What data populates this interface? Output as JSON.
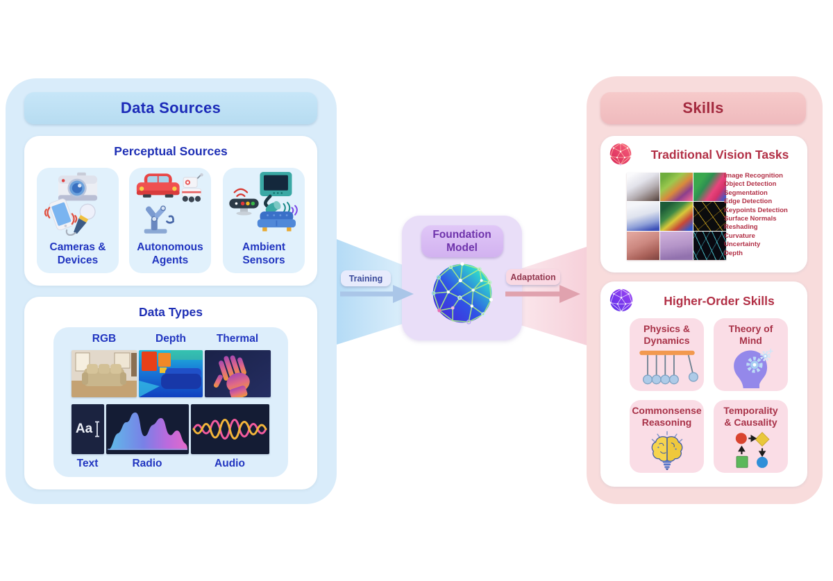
{
  "colors": {
    "left_panel_bg": "#d9ecfa",
    "left_header_bg": "#c3e3f6",
    "blue_card_bg": "#e1f1fc",
    "blue_text": "#1e2fb5",
    "right_panel_bg": "#f8dcdc",
    "right_header_bg": "#f4c5c8",
    "red_text": "#b23046",
    "pink_card_bg": "#fadde6",
    "foundation_box_bg": "#e9def8",
    "foundation_pill_bg": "#d8bcf4",
    "purple_text": "#6e32ab",
    "training_arrow": "#aac6e8",
    "adaptation_arrow": "#e0a2ae"
  },
  "icons": {
    "cameras-devices-icon": "camera + smartphone + microphone",
    "autonomous-agents-icon": "car + rover robot + robotic arm",
    "ambient-sensors-icon": "monitor + sensor bar + couch with wifi",
    "foundation-sphere-icon": "blue-teal network globe",
    "vision-sphere-icon": "pink network globe",
    "higher-sphere-icon": "purple network globe",
    "newtons-cradle-icon": "newton's cradle",
    "head-gears-icon": "head silhouette with gears",
    "brain-bulb-icon": "brain lightbulb",
    "causal-graph-icon": "shapes with causal arrows"
  },
  "left_panel": {
    "title": "Data Sources",
    "perceptual": {
      "title": "Perceptual Sources",
      "cards": [
        {
          "line1": "Cameras &",
          "line2": "Devices"
        },
        {
          "line1": "Autonomous",
          "line2": "Agents"
        },
        {
          "line1": "Ambient",
          "line2": "Sensors"
        }
      ]
    },
    "data_types": {
      "title": "Data Types",
      "top": [
        "RGB",
        "Depth",
        "Thermal"
      ],
      "bottom": [
        "Text",
        "Radio",
        "Audio"
      ],
      "text_sample": "Aa"
    }
  },
  "center": {
    "foundation": {
      "line1": "Foundation",
      "line2": "Model"
    },
    "training_label": "Training",
    "adaptation_label": "Adaptation"
  },
  "right_panel": {
    "title": "Skills",
    "vision_card": {
      "title": "Traditional Vision Tasks",
      "tasks": [
        "Image Recognition",
        "Object Detection",
        "Segmentation",
        "Edge Detection",
        "Keypoints Detection",
        "Surface Normals",
        "Reshading",
        "Curvature",
        "Uncertainty",
        "Depth"
      ]
    },
    "higher_card": {
      "title": "Higher-Order Skills",
      "skills": [
        {
          "line1": "Physics &",
          "line2": "Dynamics"
        },
        {
          "line1": "Theory of",
          "line2": "Mind"
        },
        {
          "line1": "Commonsense",
          "line2": "Reasoning"
        },
        {
          "line1": "Temporality",
          "line2": "& Causality"
        }
      ]
    }
  }
}
